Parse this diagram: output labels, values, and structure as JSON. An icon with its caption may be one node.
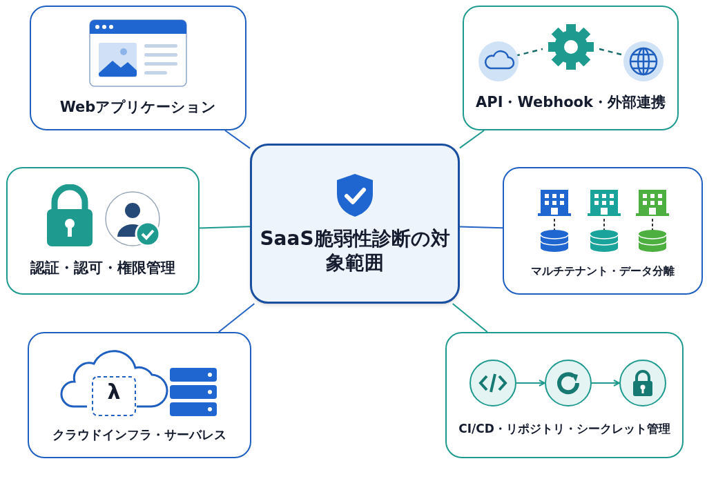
{
  "diagram": {
    "nodes": [
      {
        "text": [
          "Webアプリケーション"
        ]
      },
      {
        "text": [
          "API・Webhook・外部連携"
        ]
      },
      {
        "text": [
          "SaaS脆弱性診断の対象範囲"
        ]
      },
      {
        "text": [
          "認証・認可・権限管理"
        ]
      },
      {
        "text": [
          "マルチテナント・データ分離"
        ]
      },
      {
        "text": [
          "クラウドインフラ・サーバレス"
        ]
      },
      {
        "text": [
          "CI/CD・リポジトリ・シークレット管理"
        ]
      },
      {
        "text": [],
        "shape": "circle",
        "in": 6
      },
      {
        "text": [],
        "shape": "circle",
        "in": 6
      },
      {
        "text": [],
        "shape": "circle",
        "in": 6
      }
    ],
    "edges": [
      {
        "from": 0,
        "to": 2,
        "arrow": "none",
        "color": "#2563c4"
      },
      {
        "from": 1,
        "to": 2,
        "arrow": "none"
      },
      {
        "from": 3,
        "to": 2,
        "arrow": "none"
      },
      {
        "from": 4,
        "to": 2,
        "arrow": "none",
        "color": "#2563c4"
      },
      {
        "from": 5,
        "to": 2,
        "arrow": "none",
        "color": "#2563c4"
      },
      {
        "from": 6,
        "to": 2,
        "arrow": "none"
      },
      {
        "from": 7,
        "to": 8,
        "arrow": "to"
      },
      {
        "from": 8,
        "to": 9,
        "arrow": "to"
      }
    ],
    "labels": [
      "λ"
    ]
  }
}
